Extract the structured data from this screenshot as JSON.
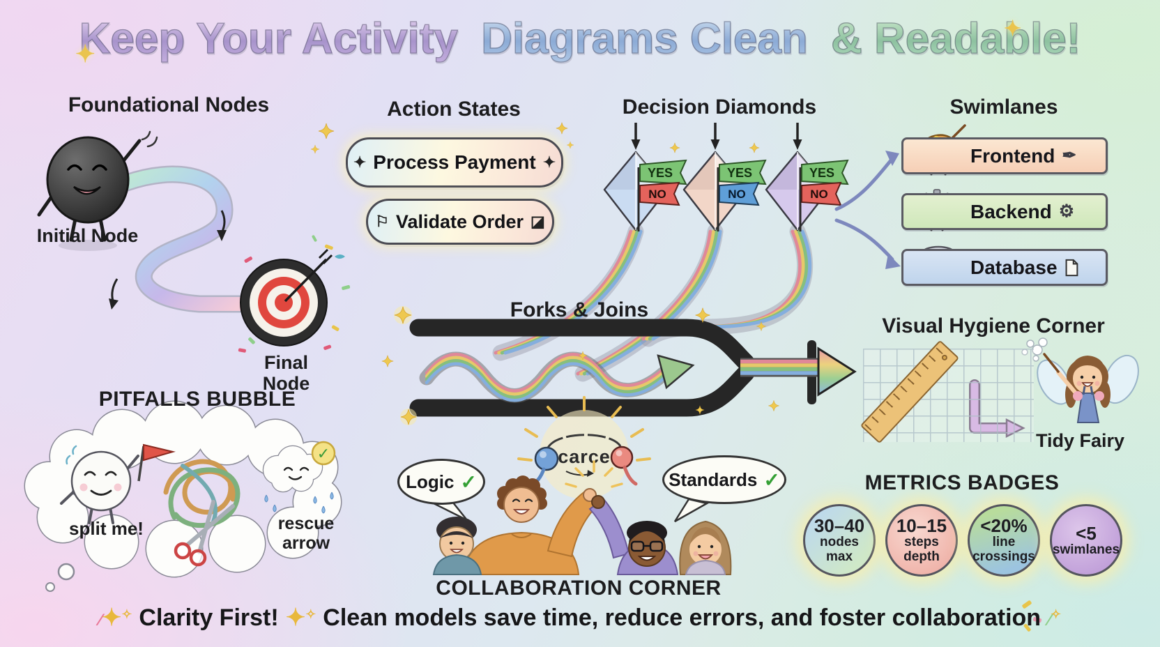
{
  "title": {
    "part1": "Keep Your Activity",
    "part2": "Diagrams Clean",
    "part3": "& Readable!"
  },
  "icons": {
    "sparkle": "✦",
    "sparkle_small": "✧",
    "check": "✓",
    "flag": "⚐",
    "corner_square": "◪",
    "pen": "✒",
    "gear": "⚙",
    "confetti": "∕"
  },
  "foundational": {
    "header": "Foundational Nodes",
    "initial_label": "Initial Node",
    "final_label": "Final Node"
  },
  "actions": {
    "header": "Action States",
    "pill1_label": "Process Payment",
    "pill2_label": "Validate Order"
  },
  "decisions": {
    "header": "Decision Diamonds",
    "yes": "YES",
    "no": "NO"
  },
  "swimlanes": {
    "header": "Swimlanes",
    "lane1": "Frontend",
    "lane2": "Backend",
    "lane3": "Database"
  },
  "forks": {
    "header": "Forks & Joins"
  },
  "hygiene": {
    "header": "Visual Hygiene Corner",
    "fairy_label": "Tidy Fairy"
  },
  "pitfalls": {
    "header": "PITFALLS BUBBLE",
    "label_split": "split me!",
    "label_rescue": "rescue arrow"
  },
  "collab": {
    "header": "COLLABORATION CORNER",
    "bubble1": "Logic",
    "bubble2": "Standards",
    "scribble": "carce"
  },
  "metrics": {
    "header": "METRICS BADGES",
    "badges": [
      {
        "value": "30–40",
        "l1": "nodes",
        "l2": "max"
      },
      {
        "value": "10–15",
        "l1": "steps",
        "l2": "depth"
      },
      {
        "value": "<20%",
        "l1": "line",
        "l2": "crossings"
      },
      {
        "value": "<5",
        "l1": "swimlanes"
      }
    ]
  },
  "tagline": {
    "part1": "Clarity First!",
    "part2": "Clean models save time, reduce errors, and foster collaboration"
  },
  "colors": {
    "yes_green": "#7cc474",
    "no_red": "#e4635c",
    "no_blue": "#5f9fd8",
    "lane_frontend": "#f8d8bc",
    "lane_backend": "#d6e9bc",
    "lane_database": "#c6d9ef",
    "badge_glow": "#f8ecaa",
    "accent_gold": "#eac44e"
  }
}
